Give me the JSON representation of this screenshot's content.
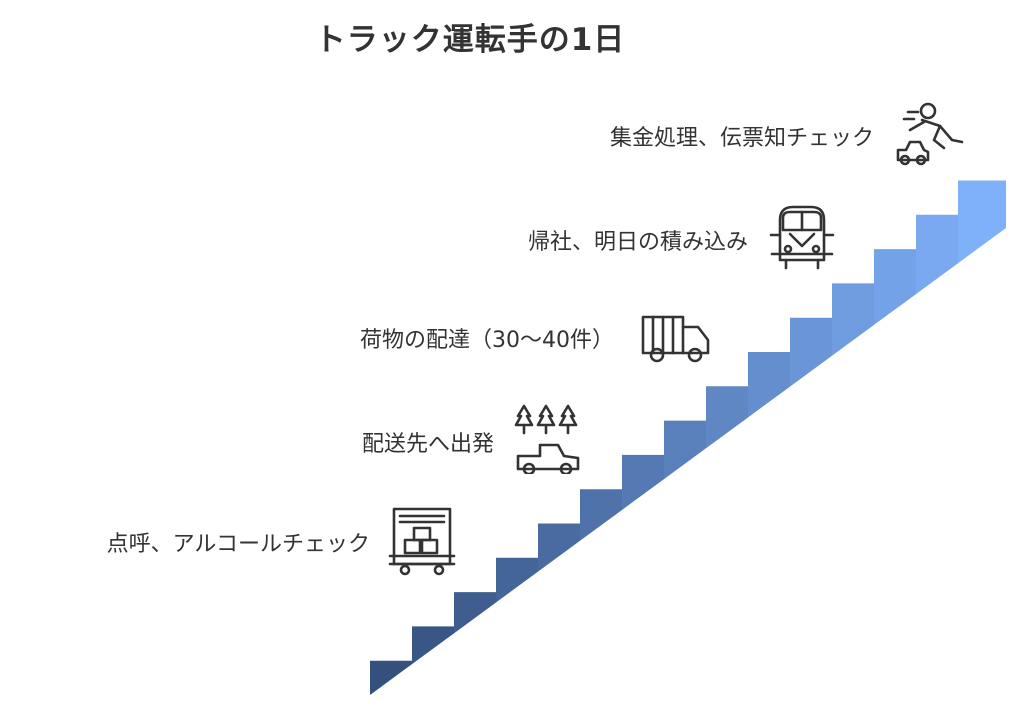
{
  "title": "トラック運転手の1日",
  "colors": {
    "step_light": "#7fb0fa",
    "step_dark": "#34507d",
    "icon_stroke": "#333333"
  },
  "steps": [
    {
      "label": "点呼、アルコールチェック",
      "icon": "delivery-truck-boxes-icon"
    },
    {
      "label": "配送先へ出発",
      "icon": "pickup-truck-trees-icon"
    },
    {
      "label": "荷物の配達（30〜40件）",
      "icon": "cargo-truck-icon"
    },
    {
      "label": "帰社、明日の積み込み",
      "icon": "van-icon"
    },
    {
      "label": "集金処理、伝票知チェック",
      "icon": "person-pushing-toy-car-icon"
    }
  ]
}
